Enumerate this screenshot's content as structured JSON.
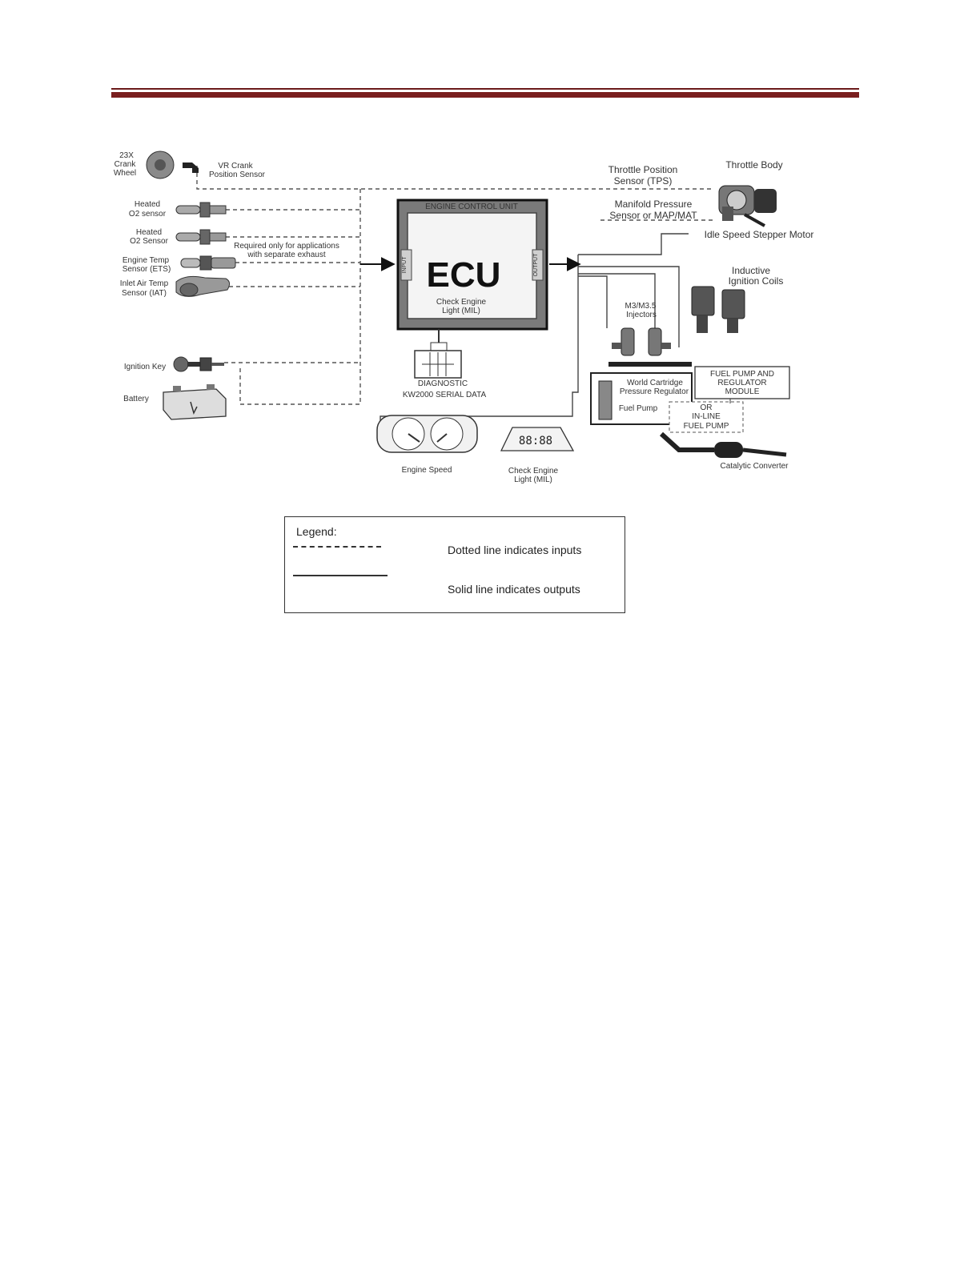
{
  "header": {
    "rule_color": "#7a1f1f"
  },
  "ecu": {
    "big_label": "ECU",
    "top_label": "ENGINE CONTROL UNIT",
    "left_tab": "INPUT",
    "right_tab": "OUTPUT",
    "check_engine": [
      "Check Engine",
      "Light (MIL)"
    ]
  },
  "inputs": {
    "crank_wheel": [
      "23X",
      "Crank",
      "Wheel"
    ],
    "vr_sensor": [
      "VR Crank",
      "Position Sensor"
    ],
    "o2_sensor_1": [
      "Heated",
      "O2 sensor"
    ],
    "o2_sensor_2": [
      "Heated",
      "O2 Sensor"
    ],
    "o2_note": [
      "Required only for applications",
      "with separate exhaust"
    ],
    "ets": [
      "Engine Temp",
      "Sensor (ETS)"
    ],
    "iat": [
      "Inlet Air Temp",
      "Sensor (IAT)"
    ],
    "ignition_key": "Ignition Key",
    "battery": "Battery"
  },
  "right_side": {
    "tps": [
      "Throttle Position",
      "Sensor (TPS)"
    ],
    "throttle_body": "Throttle Body",
    "map": [
      "Manifold Pressure",
      "Sensor or MAP/MAT"
    ],
    "idle_motor": "Idle Speed Stepper Motor",
    "coils": [
      "Inductive",
      "Ignition Coils"
    ],
    "injectors": [
      "M3/M3.5",
      "Injectors"
    ],
    "regulator": [
      "World Cartridge",
      "Pressure Regulator"
    ],
    "fuel_pump": "Fuel Pump",
    "pump_module": [
      "FUEL PUMP AND",
      "REGULATOR",
      "MODULE"
    ],
    "inline_pump": [
      "OR",
      "IN-LINE",
      "FUEL PUMP"
    ],
    "catalytic": "Catalytic Converter"
  },
  "bottom": {
    "diagnostic": [
      "DIAGNOSTIC",
      "KW2000 SERIAL DATA"
    ],
    "engine_speed": "Engine Speed",
    "check_engine": [
      "Check Engine",
      "Light (MIL)"
    ],
    "display_digits": "88:88"
  },
  "legend": {
    "title": "Legend:",
    "inputs": "Dotted line indicates inputs",
    "outputs": "Solid line indicates outputs"
  }
}
